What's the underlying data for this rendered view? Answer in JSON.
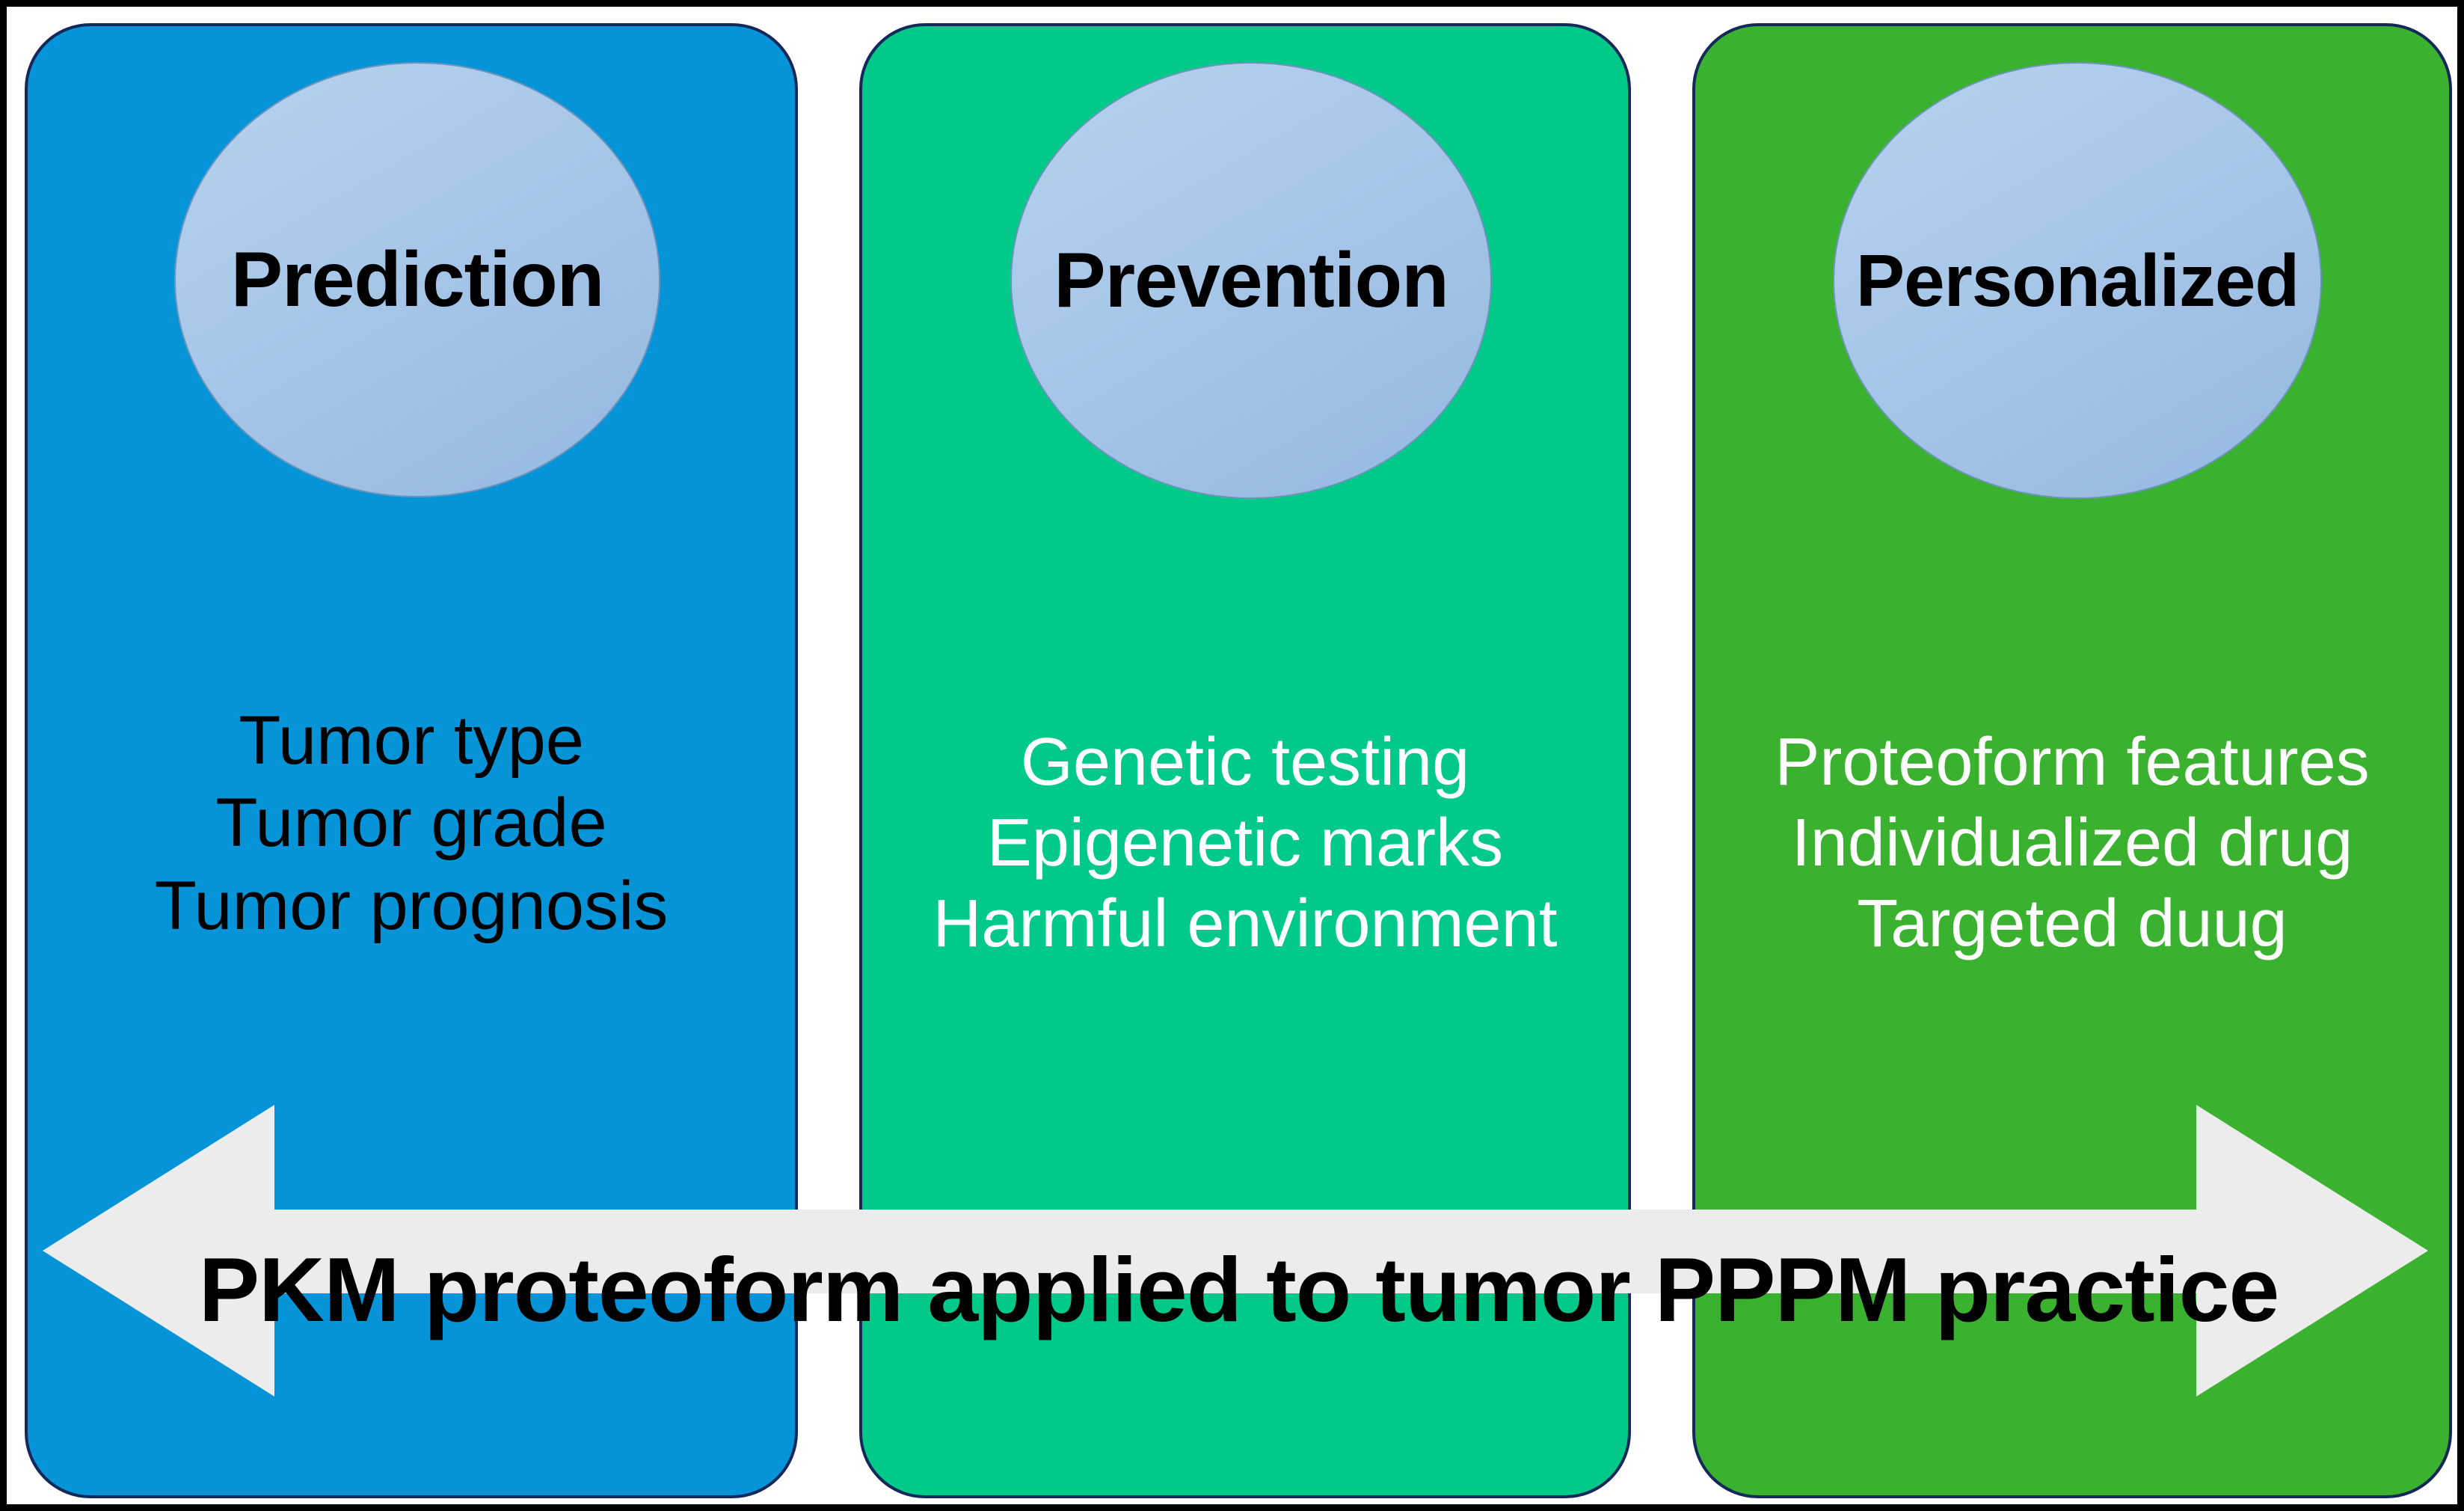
{
  "figure": {
    "title": "PKM proteoform applied to tumor PPPM practice",
    "frame_color": "#000000",
    "background": "#ffffff"
  },
  "panels": [
    {
      "id": "prediction",
      "header": "Prediction",
      "accent_color": "#0694D8",
      "ellipse_color": "#A7C7E9",
      "text_color": "#000000",
      "lines": [
        "Tumor type",
        "Tumor grade",
        "Tumor prognosis"
      ]
    },
    {
      "id": "prevention",
      "header": "Prevention",
      "accent_color": "#00C98A",
      "ellipse_color": "#A7C7E9",
      "text_color": "#FFFFFF",
      "lines": [
        "Genetic testing",
        "Epigenetic marks",
        "Harmful environment"
      ]
    },
    {
      "id": "personalized",
      "header": "Personalized",
      "accent_color": "#3BB22F",
      "ellipse_color": "#A7C7E9",
      "text_color": "#FFFFFF",
      "lines": [
        "Proteoform features",
        "Individualized drug",
        "Targeted duug"
      ]
    }
  ],
  "arrow": {
    "label": "PKM proteoform applied to tumor PPPM practice",
    "fill_color": "#ECECEC",
    "direction": "double-headed",
    "icon": "double-arrow-icon"
  }
}
